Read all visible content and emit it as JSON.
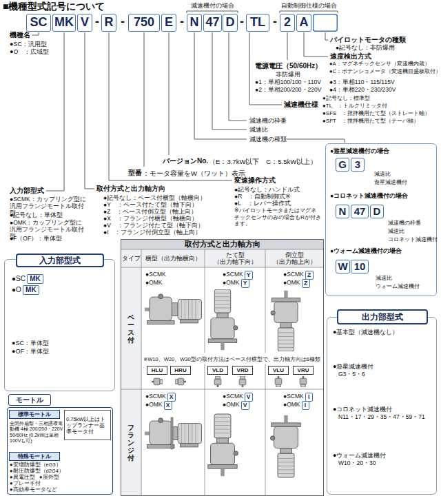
{
  "diagram": {
    "title": "■機種型式記号について",
    "nodes": [
      {
        "text": [
          "SC"
        ]
      },
      {
        "text": [
          "MK"
        ]
      },
      {
        "text": [
          "V"
        ]
      },
      {
        "text": [
          "R"
        ]
      },
      {
        "text": [
          "750"
        ]
      },
      {
        "text": [
          "E"
        ]
      },
      {
        "text": [
          "N"
        ]
      },
      {
        "text": [
          "47"
        ]
      },
      {
        "text": [
          "D"
        ]
      },
      {
        "text": [
          "TL"
        ]
      },
      {
        "text": [
          "2"
        ]
      },
      {
        "text": [
          "A"
        ]
      },
      {
        "text": [
          "●遊星減速機付の場合",
          "減速比",
          "遊星減速機付",
          "●コロネット減速機付の場合",
          "減速機の枠番",
          "減速比",
          "コロネット減速機付",
          "●ウォーム減速機付の場合",
          "減速比",
          "ウォーム減速機付"
        ]
      },
      {
        "text": [
          "G"
        ],
        "in": 12
      },
      {
        "text": [
          "3"
        ],
        "in": 12
      },
      {
        "text": [
          "N"
        ],
        "in": 12
      },
      {
        "text": [
          "47"
        ],
        "in": 12
      },
      {
        "text": [
          "D"
        ],
        "in": 12
      },
      {
        "text": [
          "W"
        ],
        "in": 12
      },
      {
        "text": [
          "10"
        ],
        "in": 12
      },
      {
        "text": [
          "●SC",
          "●O",
          "●SC：単体型",
          "●OF：単体型"
        ]
      },
      {
        "text": [
          "入力部型式"
        ],
        "in": 20
      },
      {
        "text": [
          "MK"
        ],
        "in": 20
      },
      {
        "text": [
          "MK"
        ],
        "in": 20
      },
      {
        "text": [
          "取付方式と出力軸方向",
          "タイプ",
          "横型（出力軸横向）",
          "たて型 （出力軸下向）",
          "倒立型 （出力軸上向）",
          "ベース付",
          "●SCMK",
          "●OMK",
          "●SCMK",
          "●OMK",
          "●SCMK",
          "●OMK",
          "※W10、W20、W30型の取付方法はベース付横型で、出力軸方向は6種類",
          "フランジ付",
          "●SCMK",
          "●OMK",
          "●SCMK",
          "●OMK",
          "●SCMK",
          "●OMK"
        ]
      },
      {
        "text": [
          "Y"
        ],
        "in": 24
      },
      {
        "text": [
          "Y"
        ],
        "in": 24
      },
      {
        "text": [
          "Z"
        ],
        "in": 24
      },
      {
        "text": [
          "Z"
        ],
        "in": 24
      },
      {
        "text": [
          "HLU"
        ],
        "in": 24
      },
      {
        "text": [
          "HRU"
        ],
        "in": 24
      },
      {
        "text": [
          "VLD"
        ],
        "in": 24
      },
      {
        "text": [
          "VRD"
        ],
        "in": 24
      },
      {
        "text": [
          "VLU"
        ],
        "in": 24
      },
      {
        "text": [
          "VRU"
        ],
        "in": 24
      },
      {
        "text": [
          "X"
        ],
        "in": 24
      },
      {
        "text": [
          "X"
        ],
        "in": 24
      },
      {
        "text": [
          "V"
        ],
        "in": 24
      },
      {
        "text": [
          "V"
        ],
        "in": 24
      },
      {
        "text": [
          "I"
        ],
        "in": 24
      },
      {
        "text": [
          "I"
        ],
        "in": 24
      },
      {
        "text": [
          "●基本型（減速機なし）",
          "●遊星減速機付",
          "G3・5・6",
          "●コロネット減速機付",
          "N11・17・29・35・47・59・71",
          "●ウォーム減速機付",
          "W10・20・30"
        ]
      },
      {
        "text": [
          "出力部型式"
        ],
        "in": 41
      },
      {
        "text": [
          "モートル"
        ]
      },
      {
        "text": [
          "全閉外扇型・三相誘導電動機 4極 200/200・220V　50/60Hz (0.2kWは単相100Vも可)",
          "●安増防爆型（eG3）",
          "●耐圧防爆型（d2G4）",
          "●異電圧型",
          "●屋外型",
          "●ブレーキ付",
          "●高効率モータなど"
        ]
      },
      {
        "text": [
          "標準モートル"
        ],
        "in": 44
      },
      {
        "text": [
          "0.75kW以上はトップランナー基準モータ付"
        ],
        "in": 44
      },
      {
        "text": [
          "特殊モートル"
        ],
        "in": 44
      }
    ],
    "labels": [
      "減速機付の場合",
      "自動制御仕様の場合",
      "-",
      "-",
      "-",
      "-",
      "-",
      "機種名",
      "●SC：汎用型",
      "●O　：広域型",
      "パイロットモータの種類",
      "●記号なし：非防爆用",
      "速度検出方式",
      "●A：マグネチックセンサ（変速機内蔵）",
      "●C：ポテンショメータ（変速機目盛板取付）",
      "電源電圧（50/60Hz）",
      "非防爆用",
      "●1：単相100/100・110V",
      "●2：単相200/200・220V",
      "●3：単相110・115/115V",
      "●4：単相220・230/230V",
      "減速機仕様",
      "●記号なし：標準型",
      "●TL　：トルクリミッタ付",
      "●SFS　：撹拌機用たて型（ストレート軸）",
      "●SFT　：撹拌機用たて型（テーパ軸）",
      "減速機の枠番",
      "減速比",
      "減速機の種類",
      "バージョンNo.",
      "（E：3.7kW以下　C：5.5kW以上）",
      "型番",
      "：モータ容量をW（ワット）表示",
      "変速操作方式",
      "●記号なし：ハンドル式",
      "●R　：自動制御式※",
      "●L　：レバー操作式",
      "※パイロットモータまたはマグネチックセンサのみの場合もRが付きます。",
      "入力部型式",
      "●SCMK：カップリング型に汎用フランジモートル取付型",
      "●記号なし：単体型",
      "●OMK：カップリング型に汎用フランジモートル取付型",
      "●F（OF）：単体型",
      "取付方式と出力軸方向",
      "●記号なし：ベース付横型（軸横向）",
      "●Y　：ベース付たて型（軸下向）",
      "●Z　：ベース付倒立型（軸上向）",
      "●X　：フランジ付横型（軸横向）",
      "●V　：フランジ付たて型（軸下向）",
      "●I　：フランジ付倒立型（軸上向）"
    ]
  }
}
